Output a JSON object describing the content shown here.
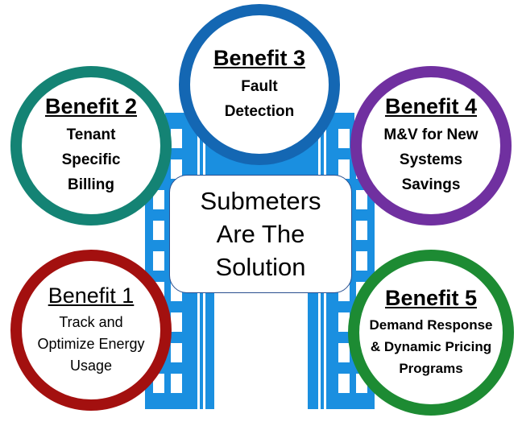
{
  "center": {
    "text_lines": [
      "Submeters",
      "Are The",
      "Solution"
    ]
  },
  "benefits": [
    {
      "title": "Benefit 1",
      "lines": [
        "Track and",
        "Optimize Energy",
        "Usage"
      ],
      "color": "#a3100f"
    },
    {
      "title": "Benefit 2",
      "lines": [
        "Tenant",
        "Specific",
        "Billing"
      ],
      "color": "#148374"
    },
    {
      "title": "Benefit 3",
      "lines": [
        "Fault",
        "Detection"
      ],
      "color": "#1467b3"
    },
    {
      "title": "Benefit 4",
      "lines": [
        "M&V for New",
        "Systems",
        "Savings"
      ],
      "color": "#7030a0"
    },
    {
      "title": "Benefit 5",
      "lines": [
        "Demand Response",
        "& Dynamic Pricing",
        "Programs"
      ],
      "color": "#1d8b33"
    }
  ],
  "building_color": "#1a8fe0"
}
